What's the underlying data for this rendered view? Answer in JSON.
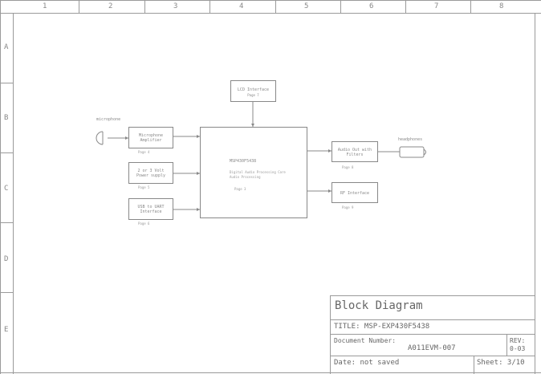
{
  "columns": [
    "1",
    "2",
    "3",
    "4",
    "5",
    "6",
    "7",
    "8"
  ],
  "rows": [
    "A",
    "B",
    "C",
    "D",
    "E"
  ],
  "diagram": {
    "input_label": "microphone",
    "output_label": "headphones",
    "blocks": {
      "lcd": {
        "title": "LCD Interface",
        "page": "Page 7"
      },
      "mic_amp": {
        "title": "Microphone\nAmplifier",
        "page": "Page 4"
      },
      "psu": {
        "title": "2 or 3 Volt\nPower supply",
        "page": "Page 5"
      },
      "usb": {
        "title": "USB to UART\nInterface",
        "page": "Page 6"
      },
      "mcu": {
        "title": "MSP430F5438",
        "subtitle": "Digital Audio Processing Core\nAudio Processing",
        "page": "Page 3"
      },
      "audio_out": {
        "title": "Audio Out with\nFilters",
        "page": "Page 8"
      },
      "rf": {
        "title": "RF Interface",
        "page": "Page 9"
      }
    }
  },
  "title_block": {
    "heading": "Block Diagram",
    "title": "TITLE:  MSP-EXP430F5438",
    "doc_number_label": "Document Number:",
    "doc_number": "A011EVM-007",
    "rev_label": "REV:",
    "rev": "0-03",
    "date": "Date: not saved",
    "sheet": "Sheet: 3/10"
  }
}
